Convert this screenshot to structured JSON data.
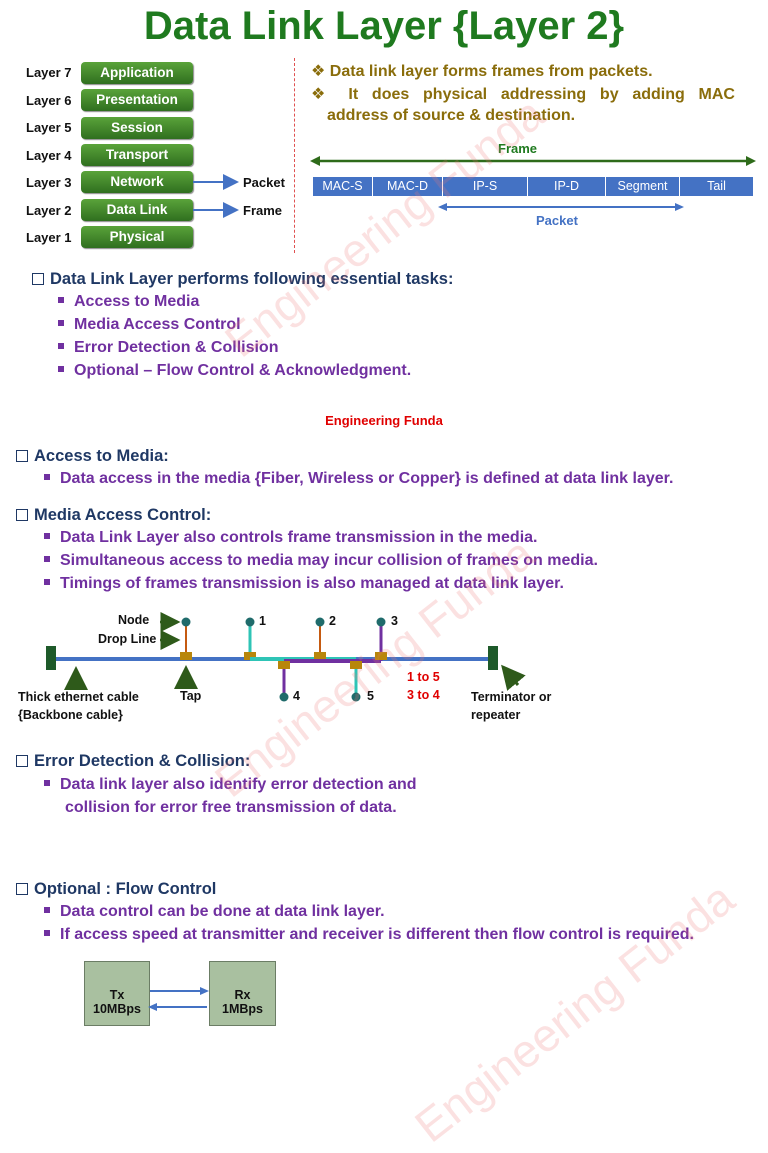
{
  "title": "Data Link Layer {Layer 2}",
  "osi": {
    "layers": [
      {
        "label": "Layer 7",
        "name": "Application"
      },
      {
        "label": "Layer 6",
        "name": "Presentation"
      },
      {
        "label": "Layer 5",
        "name": "Session"
      },
      {
        "label": "Layer 4",
        "name": "Transport"
      },
      {
        "label": "Layer 3",
        "name": "Network"
      },
      {
        "label": "Layer 2",
        "name": "Data Link"
      },
      {
        "label": "Layer 1",
        "name": "Physical"
      }
    ],
    "packet_label": "Packet",
    "frame_label": "Frame"
  },
  "intro_points": [
    "Data link layer forms frames from packets.",
    "It does physical addressing by adding MAC",
    "address of source & destination."
  ],
  "frame_diagram": {
    "frame_label": "Frame",
    "packet_label": "Packet",
    "fields": [
      "MAC-S",
      "MAC-D",
      "IP-S",
      "IP-D",
      "Segment",
      "Tail"
    ]
  },
  "tasks": {
    "heading": "Data Link Layer performs following essential tasks:",
    "items": [
      "Access to Media",
      "Media Access Control",
      "Error Detection & Collision",
      "Optional – Flow Control & Acknowledgment."
    ]
  },
  "center_credit": "Engineering Funda",
  "watermark": "Engineering Funda",
  "access": {
    "heading": "Access to Media:",
    "items": [
      "Data access in the media {Fiber, Wireless or Copper} is defined at data link layer."
    ]
  },
  "mac": {
    "heading": "Media Access Control:",
    "items": [
      "Data Link Layer also controls frame transmission in the media.",
      "Simultaneous access to media may incur collision of frames on media.",
      "Timings of frames transmission is also managed at data link layer."
    ]
  },
  "bus_diagram": {
    "node_label": "Node",
    "drop_label": "Drop Line",
    "cable_label_1": "Thick ethernet cable",
    "cable_label_2": "{Backbone cable}",
    "tap_label": "Tap",
    "term_label_1": "Terminator or",
    "term_label_2": "repeater",
    "nodes": [
      "1",
      "2",
      "3",
      "4",
      "5"
    ],
    "paths": [
      "1 to 5",
      "3 to 4"
    ]
  },
  "error": {
    "heading": "Error Detection & Collision:",
    "lines": [
      "Data link layer also identify error detection and",
      "collision for error free transmission of data."
    ]
  },
  "flow": {
    "heading": "Optional : Flow Control",
    "items": [
      "Data control can be done at data link layer.",
      "If access speed at transmitter and receiver is different then flow control is required."
    ],
    "tx": {
      "name": "Tx",
      "speed": "10MBps"
    },
    "rx": {
      "name": "Rx",
      "speed": "1MBps"
    }
  },
  "colors": {
    "title_green": "#1f7a1f",
    "navy": "#1f3864",
    "purple": "#7030a0",
    "olive": "#8a6d0b",
    "blue": "#4472c4"
  }
}
